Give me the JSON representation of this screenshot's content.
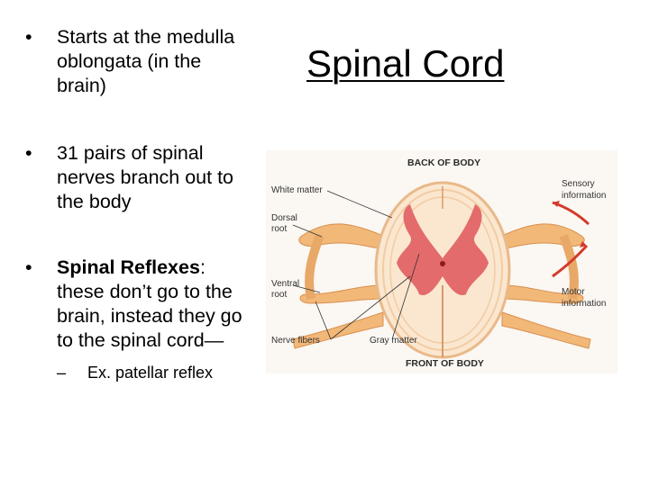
{
  "slide": {
    "title": "Spinal Cord",
    "bullets": [
      {
        "text": "Starts at the medulla oblongata (in the brain)"
      },
      {
        "text": "31 pairs of spinal nerves branch out to the body"
      },
      {
        "bold": "Spinal Reflexes",
        "text": ": these don’t go to the brain, instead they go to the spinal cord—"
      }
    ],
    "sub_bullet": "Ex. patellar reflex",
    "bullet_glyph": "•",
    "dash_glyph": "–"
  },
  "diagram": {
    "labels": {
      "back": "BACK OF BODY",
      "front": "FRONT OF BODY",
      "white_matter": "White matter",
      "dorsal": "Dorsal",
      "dorsal_root": "root",
      "ventral": "Ventral",
      "ventral_root": "root",
      "nerve_fibers": "Nerve fibers",
      "gray_matter": "Gray matter",
      "sensory_1": "Sensory",
      "sensory_2": "information",
      "motor_1": "Motor",
      "motor_2": "information"
    },
    "colors": {
      "white_matter": "#fbeedd",
      "gray_matter": "#e06a6a",
      "nerve": "#f0b070",
      "arrow": "#d43a2a"
    }
  }
}
